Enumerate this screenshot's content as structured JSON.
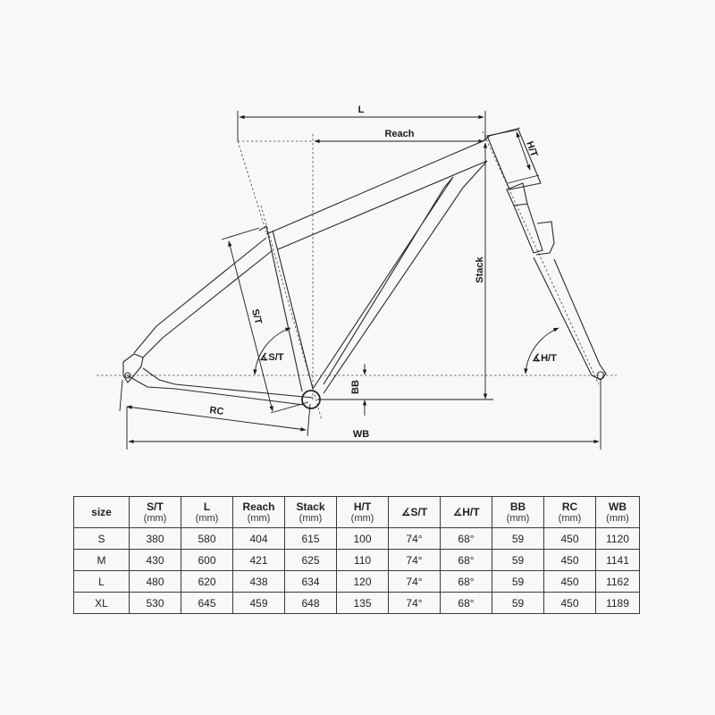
{
  "diagram": {
    "labels": {
      "L": "L",
      "reach": "Reach",
      "ht": "H/T",
      "stack": "Stack",
      "st": "S/T",
      "st_angle": "∡S/T",
      "ht_angle": "∡H/T",
      "bb": "BB",
      "rc": "RC",
      "wb": "WB"
    },
    "line_color": "#2a2a2a",
    "background": "#f7f8fa"
  },
  "table": {
    "columns": [
      {
        "key": "size",
        "label": "size",
        "unit": ""
      },
      {
        "key": "st",
        "label": "S/T",
        "unit": "(mm)"
      },
      {
        "key": "l",
        "label": "L",
        "unit": "(mm)"
      },
      {
        "key": "reach",
        "label": "Reach",
        "unit": "(mm)"
      },
      {
        "key": "stack",
        "label": "Stack",
        "unit": "(mm)"
      },
      {
        "key": "ht",
        "label": "H/T",
        "unit": "(mm)"
      },
      {
        "key": "st_angle",
        "label": "∡S/T",
        "unit": ""
      },
      {
        "key": "ht_angle",
        "label": "∡H/T",
        "unit": ""
      },
      {
        "key": "bb",
        "label": "BB",
        "unit": "(mm)"
      },
      {
        "key": "rc",
        "label": "RC",
        "unit": "(mm)"
      },
      {
        "key": "wb",
        "label": "WB",
        "unit": "(mm)"
      }
    ],
    "rows": [
      [
        "S",
        "380",
        "580",
        "404",
        "615",
        "100",
        "74°",
        "68°",
        "59",
        "450",
        "1120"
      ],
      [
        "M",
        "430",
        "600",
        "421",
        "625",
        "110",
        "74°",
        "68°",
        "59",
        "450",
        "1141"
      ],
      [
        "L",
        "480",
        "620",
        "438",
        "634",
        "120",
        "74°",
        "68°",
        "59",
        "450",
        "1162"
      ],
      [
        "XL",
        "530",
        "645",
        "459",
        "648",
        "135",
        "74°",
        "68°",
        "59",
        "450",
        "1189"
      ]
    ]
  }
}
